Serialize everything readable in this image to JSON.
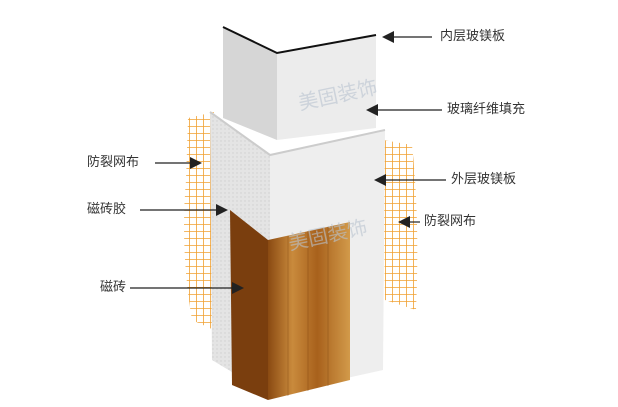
{
  "labels": {
    "inner_board": "内层玻镁板",
    "glass_fiber_fill": "玻璃纤维填充",
    "outer_board": "外层玻镁板",
    "mesh_right": "防裂网布",
    "mesh_left": "防裂网布",
    "tile_adhesive": "磁砖胶",
    "tile": "磁砖"
  },
  "watermark": "美固装饰",
  "colors": {
    "mesh": "#f0a030",
    "wood": "#b06a1c",
    "board": "#e6e6e6",
    "arrow": "#222222"
  }
}
